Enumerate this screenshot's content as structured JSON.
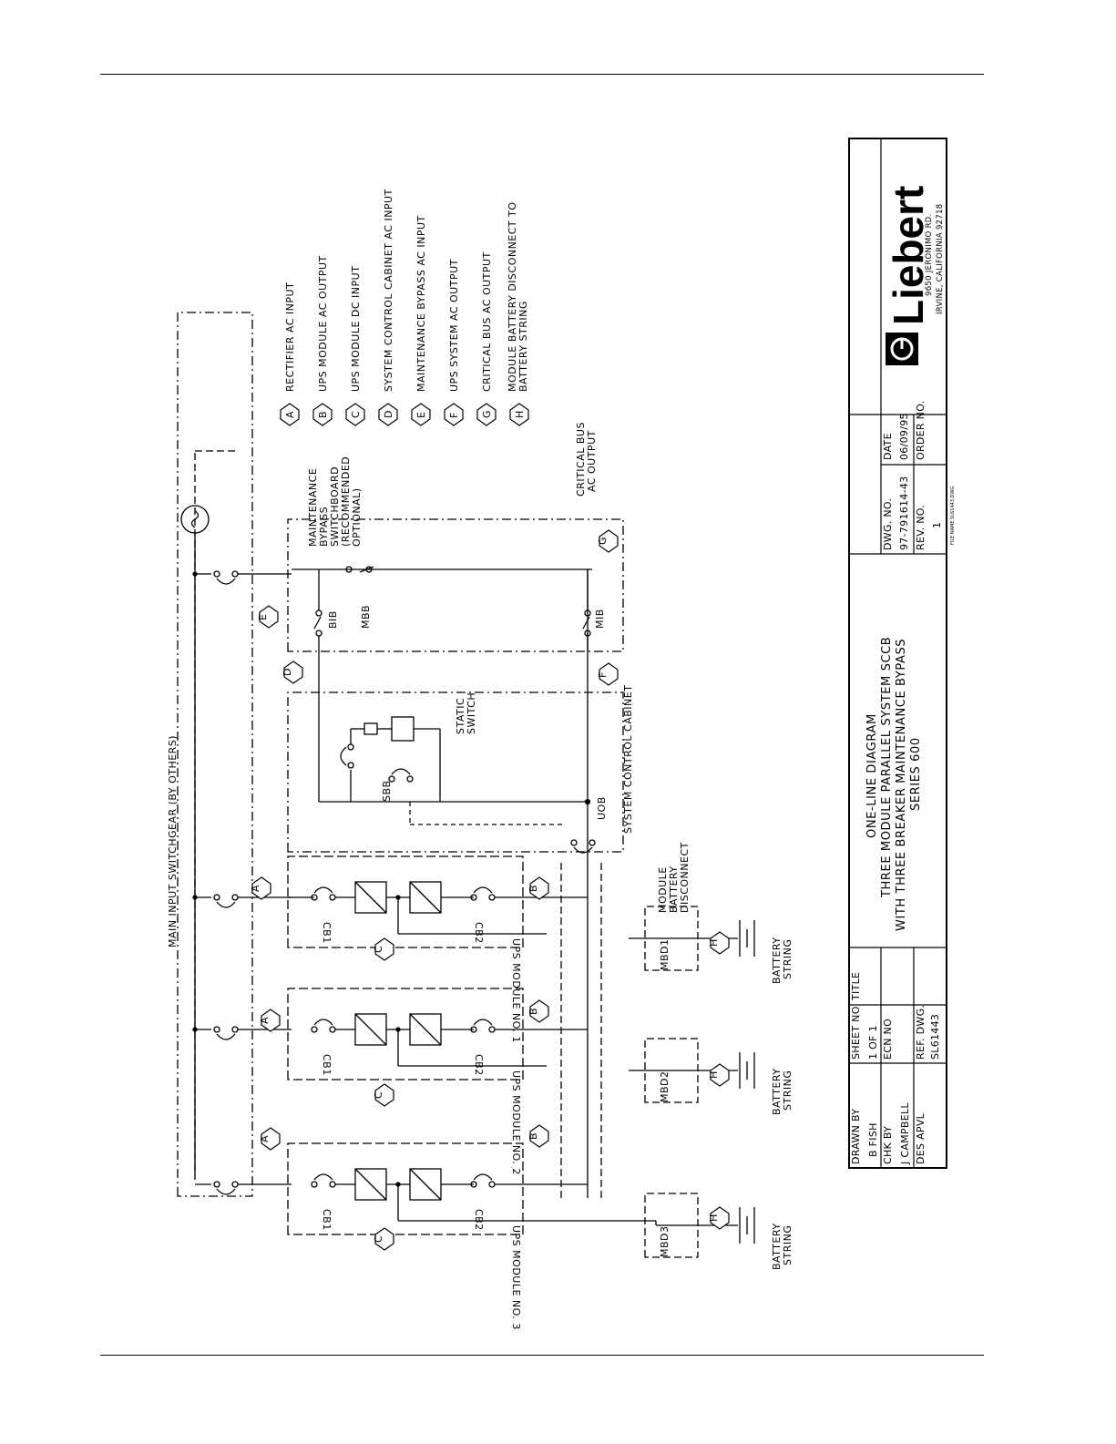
{
  "legend": [
    {
      "letter": "A",
      "text": "RECTIFIER AC INPUT"
    },
    {
      "letter": "B",
      "text": "UPS MODULE AC OUTPUT"
    },
    {
      "letter": "C",
      "text": "UPS MODULE DC INPUT"
    },
    {
      "letter": "D",
      "text": "SYSTEM CONTROL CABINET AC INPUT"
    },
    {
      "letter": "E",
      "text": "MAINTENANCE BYPASS AC INPUT"
    },
    {
      "letter": "F",
      "text": "UPS SYSTEM AC OUTPUT"
    },
    {
      "letter": "G",
      "text": "CRITICAL BUS AC OUTPUT"
    },
    {
      "letter": "H",
      "text": "MODULE BATTERY DISCONNECT TO",
      "text2": "BATTERY STRING"
    }
  ],
  "diagram": {
    "main_input": "MAIN INPUT SWITCHGEAR (BY OTHERS)",
    "mbs_label": [
      "MAINTENANCE",
      "BYPASS",
      "SWITCHBOARD",
      "(RECOMMENDED",
      "OPTIONAL)"
    ],
    "critical_bus": [
      "CRITICAL BUS",
      "AC OUTPUT"
    ],
    "system_control_cabinet": "SYSTEM CONTROL CABINET",
    "static_switch": [
      "STATIC",
      "SWITCH"
    ],
    "module_battery_disconnect": [
      "MODULE",
      "BATTERY",
      "DISCONNECT"
    ],
    "battery_string": [
      "BATTERY",
      "STRING"
    ],
    "modules": [
      "UPS MODULE NO. 1",
      "UPS MODULE NO. 2",
      "UPS MODULE NO. 3"
    ],
    "cb1": "CB1",
    "cb2": "CB2",
    "mbd": [
      "MBD1",
      "MBD2",
      "MBD3"
    ],
    "sbb": "SBB",
    "uob": "UOB",
    "bib": "BIB",
    "mbb": "MBB",
    "mib": "MIB"
  },
  "title_block": {
    "drawn_by_label": "DRAWN BY",
    "drawn_by": "B FISH",
    "sheet_no_label": "SHEET NO",
    "sheet_no": "1 OF 1",
    "chk_by_label": "CHK BY",
    "chk_by": "J CAMPBELL",
    "ecn_no_label": "ECN NO",
    "des_apvl_label": "DES APVL",
    "ref_dwg_label": "REF. DWG.",
    "ref_dwg": "SL61443",
    "title_label": "TITLE",
    "title_lines": [
      "ONE-LINE DIAGRAM",
      "THREE MODULE PARALLEL SYSTEM SCCB",
      "WITH THREE BREAKER MAINTENANCE BYPASS",
      "SERIES 600"
    ],
    "dwg_no_label": "DWG. NO.",
    "dwg_no": "97-791614-43",
    "date_label": "DATE",
    "date": "06/09/95",
    "rev_no_label": "REV. NO.",
    "rev_no": "1",
    "order_no_label": "ORDER NO.",
    "file_name": "FILE NAME SL61443.DWG",
    "company": "Liebert",
    "address1": "9650 JERONIMO RD.",
    "address2": "IRVINE, CALIFORNIA 92718"
  }
}
